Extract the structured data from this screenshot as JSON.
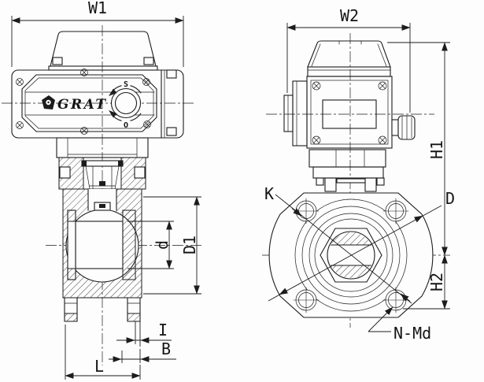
{
  "colors": {
    "background": "#fdfdfd",
    "line": "#1c1c1c"
  },
  "front_view": {
    "actuator": {
      "brand": "GRAT",
      "indicator_shut_label": "S",
      "indicator_open_label": "O"
    },
    "dimensions": {
      "width": "W1",
      "bore_diameter": "d",
      "body_diameter": "D1",
      "raised_face_height": "I",
      "flange_thickness": "B",
      "face_to_face_length": "L"
    }
  },
  "side_view": {
    "dimensions": {
      "width": "W2",
      "height_center_to_top": "H1",
      "height_center_to_bottom": "H2",
      "flange_outer_diameter": "D",
      "bolt_circle_diameter": "K",
      "bolt_holes": "N-Md"
    }
  }
}
